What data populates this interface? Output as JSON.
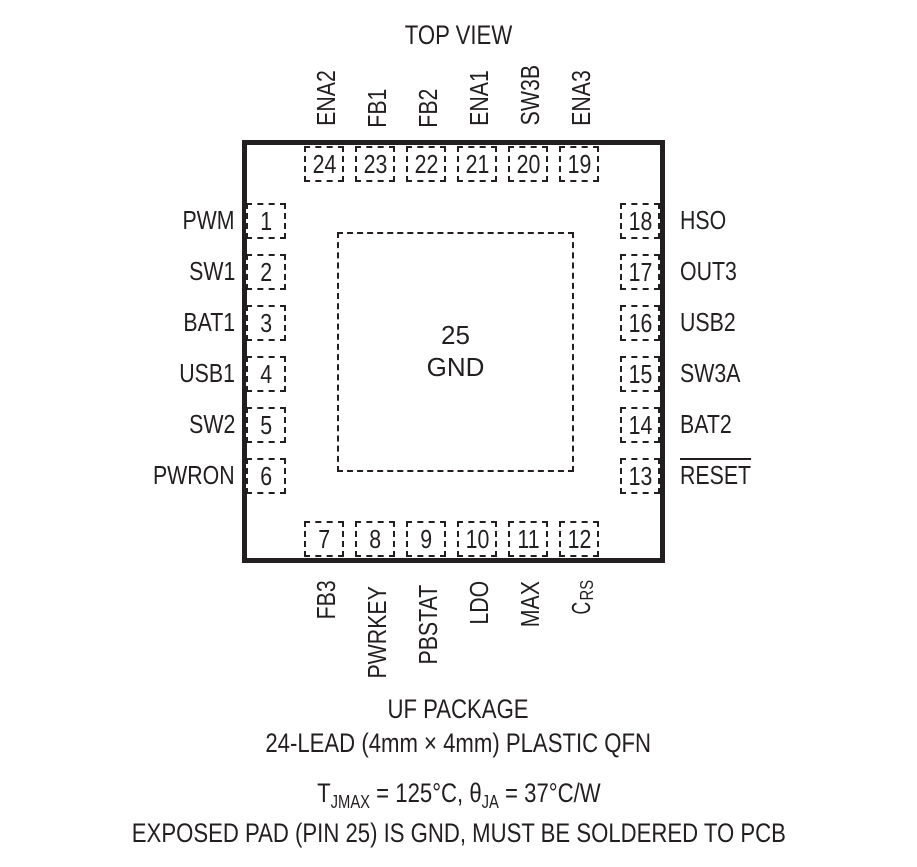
{
  "title": "TOP VIEW",
  "package": {
    "exposed_pad": {
      "number": "25",
      "name": "GND"
    }
  },
  "pins": {
    "top": [
      {
        "num": "24",
        "name": "ENA2"
      },
      {
        "num": "23",
        "name": "FB1"
      },
      {
        "num": "22",
        "name": "FB2"
      },
      {
        "num": "21",
        "name": "ENA1"
      },
      {
        "num": "20",
        "name": "SW3B"
      },
      {
        "num": "19",
        "name": "ENA3"
      }
    ],
    "left": [
      {
        "num": "1",
        "name": "PWM"
      },
      {
        "num": "2",
        "name": "SW1"
      },
      {
        "num": "3",
        "name": "BAT1"
      },
      {
        "num": "4",
        "name": "USB1"
      },
      {
        "num": "5",
        "name": "SW2"
      },
      {
        "num": "6",
        "name": "PWRON"
      }
    ],
    "right": [
      {
        "num": "18",
        "name": "HSO"
      },
      {
        "num": "17",
        "name": "OUT3"
      },
      {
        "num": "16",
        "name": "USB2"
      },
      {
        "num": "15",
        "name": "SW3A"
      },
      {
        "num": "14",
        "name": "BAT2"
      },
      {
        "num": "13",
        "name": "RESET",
        "overbar": true
      }
    ],
    "bottom": [
      {
        "num": "7",
        "name": "FB3"
      },
      {
        "num": "8",
        "name": "PWRKEY"
      },
      {
        "num": "9",
        "name": "PBSTAT"
      },
      {
        "num": "10",
        "name": "LDO"
      },
      {
        "num": "11",
        "name": "MAX"
      },
      {
        "num": "12",
        "name": "C",
        "sub": "RS"
      }
    ]
  },
  "notes": {
    "package_name": "UF PACKAGE",
    "package_desc": "24-LEAD (4mm × 4mm) PLASTIC QFN",
    "thermal": {
      "tj_sym": "T",
      "tj_sub": "JMAX",
      "tj_val": " = 125°C, ",
      "theta_sym": "θ",
      "theta_sub": "JA",
      "theta_val": " = 37°C/W"
    },
    "exposed_pad_note": "EXPOSED PAD (PIN 25) IS GND, MUST BE SOLDERED TO PCB"
  }
}
